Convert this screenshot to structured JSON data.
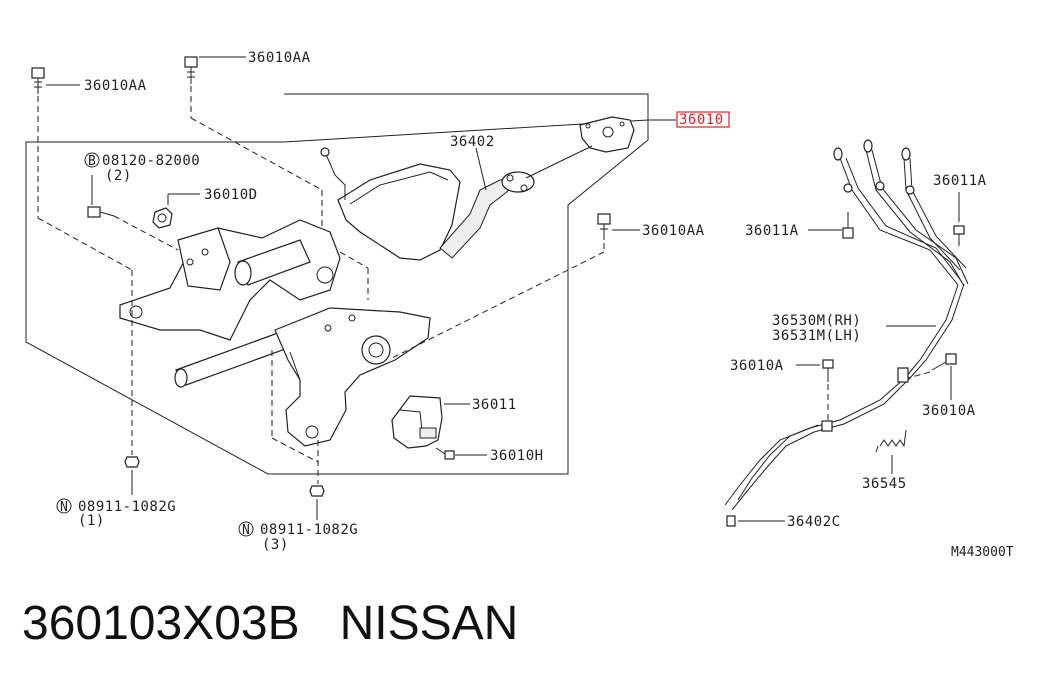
{
  "labels": {
    "bolt_top_left": "36010AA",
    "bolt_top_mid": "36010AA",
    "highlighted_part": "36010",
    "cable_front": "36402",
    "bolt_circle_b": "08120-82000",
    "bolt_circle_b_qty": "(2)",
    "circle_b_letter": "B",
    "nut_36010d": "36010D",
    "bolt_right_mid": "36010AA",
    "part_36011": "36011",
    "bolt_36010h": "36010H",
    "nut_n_left": "08911-1082G",
    "nut_n_left_qty": "(1)",
    "nut_n_mid": "08911-1082G",
    "nut_n_mid_qty": "(3)",
    "circle_n_letter": "N",
    "clip_36011a_top": "36011A",
    "clip_36011a_left": "36011A",
    "cable_rh": "36530M(RH)",
    "cable_lh": "36531M(LH)",
    "bolt_36010a_left": "36010A",
    "bolt_36010a_right": "36010A",
    "spring": "36545",
    "clip_36402c": "36402C"
  },
  "diagram_ref": "M443000T",
  "footer": {
    "part_number": "360103X03B",
    "brand": "NISSAN"
  },
  "colors": {
    "highlight": "#e0202a",
    "line": "#222222"
  }
}
